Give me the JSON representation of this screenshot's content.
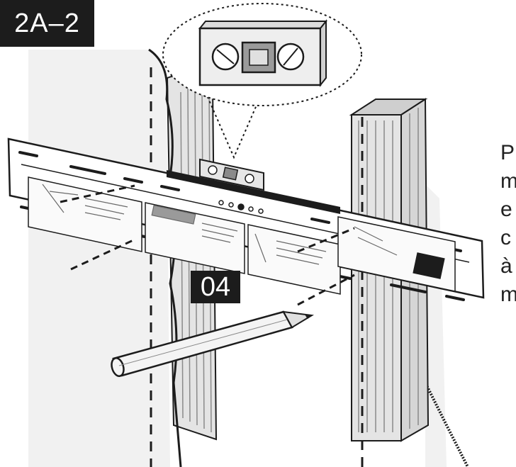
{
  "step_label": "2A–2",
  "callout_number": "04",
  "side_text_lines": [
    "P",
    "m",
    "e",
    "c",
    "à",
    "m"
  ],
  "colors": {
    "line": "#1c1c1c",
    "wall": "#f1f1f1",
    "wood": "#e4e4e4",
    "label_bg": "#1c1c1c"
  },
  "icons": {
    "spirit-level": "bubble-level-icon",
    "pencil": "pencil-icon"
  }
}
